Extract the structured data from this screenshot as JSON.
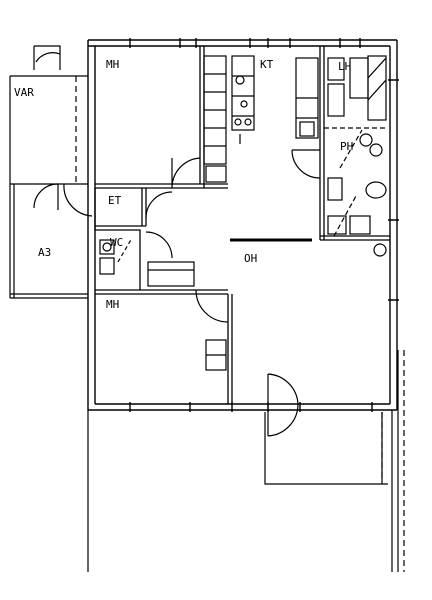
{
  "rooms": {
    "mh_top": "MH",
    "kt": "KT",
    "lh": "LH",
    "ph": "PH",
    "var": "VAR",
    "et": "ET",
    "wc": "WC",
    "a3": "A3",
    "oh": "OH",
    "mh_bottom": "MH"
  },
  "colors": {
    "line": "#000000",
    "background": "#ffffff"
  }
}
